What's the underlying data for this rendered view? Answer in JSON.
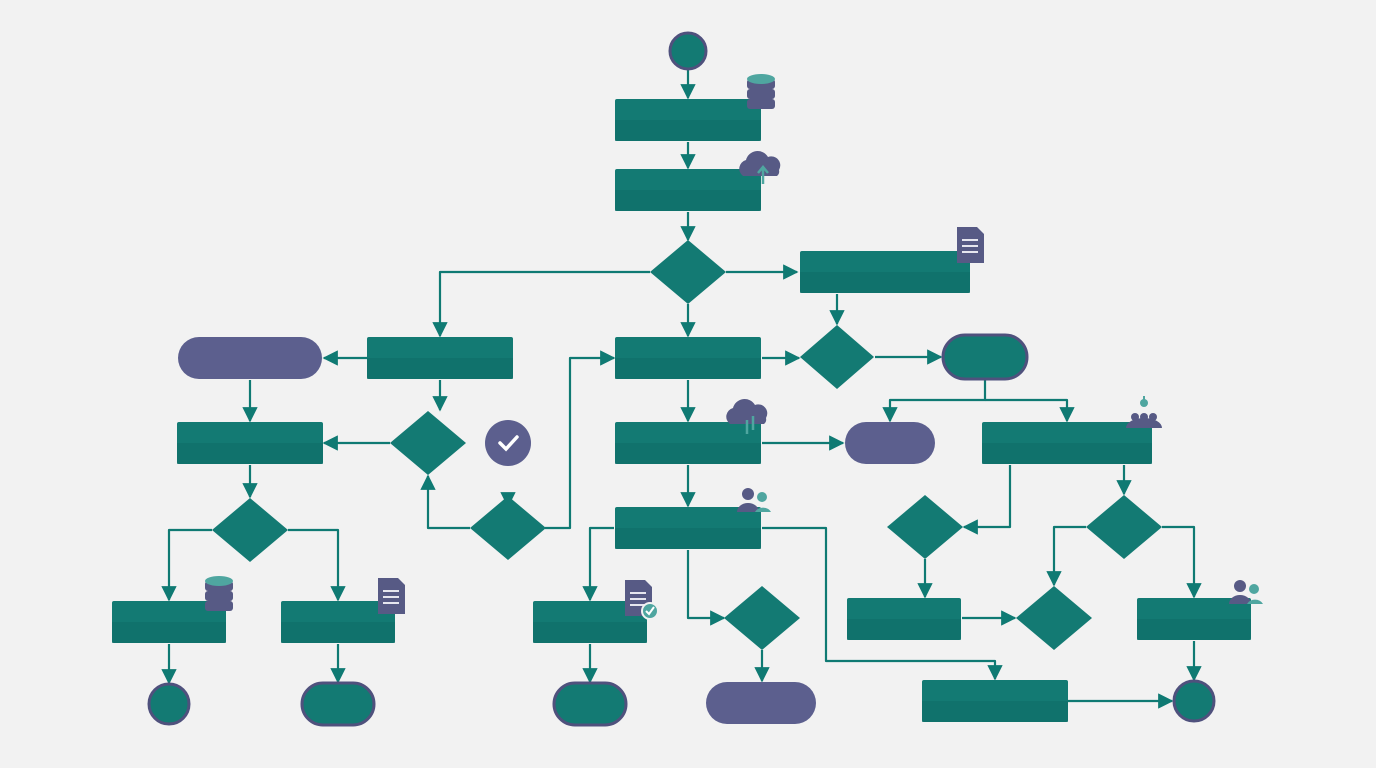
{
  "palette": {
    "background": "#f2f2f2",
    "process_fill": "#137a73",
    "process_shade": "#0f6b66",
    "decision_fill": "#137a73",
    "connector": "#0f7a73",
    "terminal_purple": "#5c5f8e",
    "terminal_border": "#4f517d",
    "icon_purple": "#575a85",
    "icon_teal": "#4fa6a0"
  },
  "nodes": [
    {
      "id": "start",
      "kind": "circle-start"
    },
    {
      "id": "p1",
      "kind": "process"
    },
    {
      "id": "p2",
      "kind": "process"
    },
    {
      "id": "d1",
      "kind": "decision"
    },
    {
      "id": "p_right_top",
      "kind": "process"
    },
    {
      "id": "p_left",
      "kind": "process"
    },
    {
      "id": "term_left",
      "kind": "terminal-purple"
    },
    {
      "id": "p_center",
      "kind": "process"
    },
    {
      "id": "d_right",
      "kind": "decision"
    },
    {
      "id": "term_right_teal",
      "kind": "terminal-teal"
    },
    {
      "id": "p_left2",
      "kind": "process"
    },
    {
      "id": "d_left",
      "kind": "decision"
    },
    {
      "id": "check_badge",
      "kind": "badge"
    },
    {
      "id": "d_left_low",
      "kind": "decision"
    },
    {
      "id": "p_center2",
      "kind": "process"
    },
    {
      "id": "term_mid_purple",
      "kind": "terminal-purple"
    },
    {
      "id": "p_right2",
      "kind": "process"
    },
    {
      "id": "d_left2",
      "kind": "decision"
    },
    {
      "id": "p_center3",
      "kind": "process"
    },
    {
      "id": "d_right_a",
      "kind": "decision"
    },
    {
      "id": "d_right_b",
      "kind": "decision"
    },
    {
      "id": "p_bl1",
      "kind": "process"
    },
    {
      "id": "p_bl2",
      "kind": "process"
    },
    {
      "id": "p_bc1",
      "kind": "process"
    },
    {
      "id": "d_bc",
      "kind": "decision"
    },
    {
      "id": "p_br1",
      "kind": "process"
    },
    {
      "id": "d_br",
      "kind": "decision"
    },
    {
      "id": "p_br2",
      "kind": "process"
    },
    {
      "id": "p_bottom",
      "kind": "process"
    },
    {
      "id": "end_bl1",
      "kind": "circle-end"
    },
    {
      "id": "end_bl2",
      "kind": "terminal-teal"
    },
    {
      "id": "end_bc1",
      "kind": "terminal-teal"
    },
    {
      "id": "end_bc2",
      "kind": "terminal-purple"
    },
    {
      "id": "end_br",
      "kind": "circle-end"
    }
  ],
  "icons": [
    {
      "type": "database-icon",
      "attached_to": "p1"
    },
    {
      "type": "cloud-upload-icon",
      "attached_to": "p2"
    },
    {
      "type": "document-icon",
      "attached_to": "p_right_top"
    },
    {
      "type": "check-icon",
      "attached_to": "check_badge"
    },
    {
      "type": "cloud-sync-icon",
      "attached_to": "p_center2"
    },
    {
      "type": "team-icon",
      "attached_to": "p_right2"
    },
    {
      "type": "users-icon",
      "attached_to": "p_center3"
    },
    {
      "type": "database-icon",
      "attached_to": "p_bl1"
    },
    {
      "type": "document-icon",
      "attached_to": "p_bl2"
    },
    {
      "type": "document-check-icon",
      "attached_to": "p_bc1"
    },
    {
      "type": "users-icon",
      "attached_to": "p_br2"
    }
  ]
}
